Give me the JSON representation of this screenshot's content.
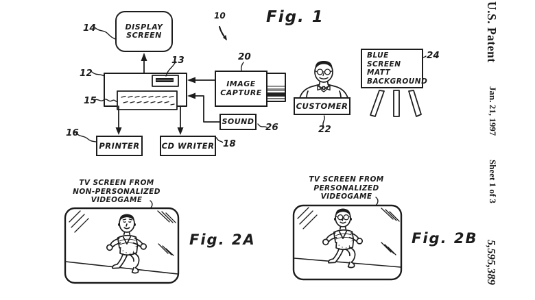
{
  "sheet": {
    "header": "U.S. Patent",
    "date": "Jan. 21, 1997",
    "sheet_info": "Sheet 1 of 3",
    "patent_number": "5,595,389"
  },
  "fig1": {
    "title": "Fig. 1",
    "ref": "10",
    "display_screen": {
      "line1": "DISPLAY",
      "line2": "SCREEN",
      "ref": "14"
    },
    "computer": {
      "ref": "12",
      "drive_ref": "13",
      "keyboard_ref": "15"
    },
    "image_capture": {
      "line1": "IMAGE",
      "line2": "CAPTURE",
      "ref": "20"
    },
    "sound": {
      "label": "SOUND",
      "ref": "26"
    },
    "printer": {
      "label": "PRINTER",
      "ref": "16"
    },
    "cd_writer": {
      "label": "CD WRITER",
      "ref": "18"
    },
    "customer": {
      "label": "CUSTOMER",
      "ref": "22"
    },
    "background": {
      "line1": "BLUE",
      "line2": "SCREEN",
      "line3": "MATT",
      "line4": "BACKGROUND",
      "ref": "24"
    }
  },
  "fig2a": {
    "title": "Fig. 2A",
    "caption1": "TV SCREEN FROM",
    "caption2": "NON-PERSONALIZED",
    "caption3": "VIDEOGAME"
  },
  "fig2b": {
    "title": "Fig. 2B",
    "caption1": "TV SCREEN FROM",
    "caption2": "PERSONALIZED",
    "caption3": "VIDEOGAME"
  },
  "colors": {
    "ink": "#1c1c1c",
    "paper": "#ffffff"
  }
}
